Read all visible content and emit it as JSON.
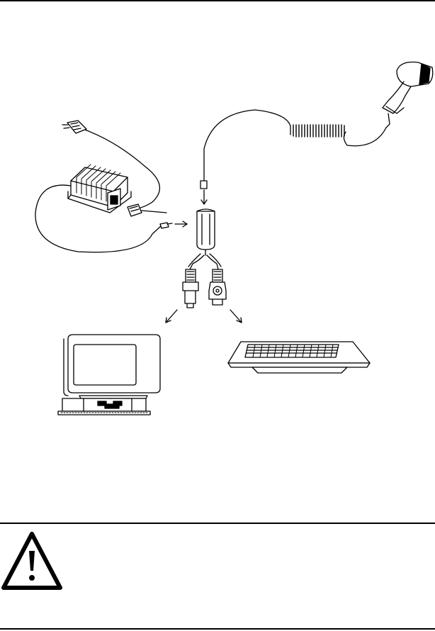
{
  "page": {
    "figure": {
      "components": [
        {
          "id": "scanner",
          "icon": "handheld-barcode-scanner-icon"
        },
        {
          "id": "coiled-cable",
          "icon": "coiled-cable-icon"
        },
        {
          "id": "power-supply",
          "icon": "ac-power-adapter-icon"
        },
        {
          "id": "wall-plug",
          "icon": "power-plug-icon"
        },
        {
          "id": "y-cable",
          "icon": "keyboard-wedge-y-cable-icon"
        },
        {
          "id": "computer",
          "icon": "desktop-computer-icon"
        },
        {
          "id": "keyboard",
          "icon": "keyboard-icon"
        }
      ]
    },
    "notice": {
      "icon": "caution-triangle-icon",
      "color": "#000000"
    }
  }
}
